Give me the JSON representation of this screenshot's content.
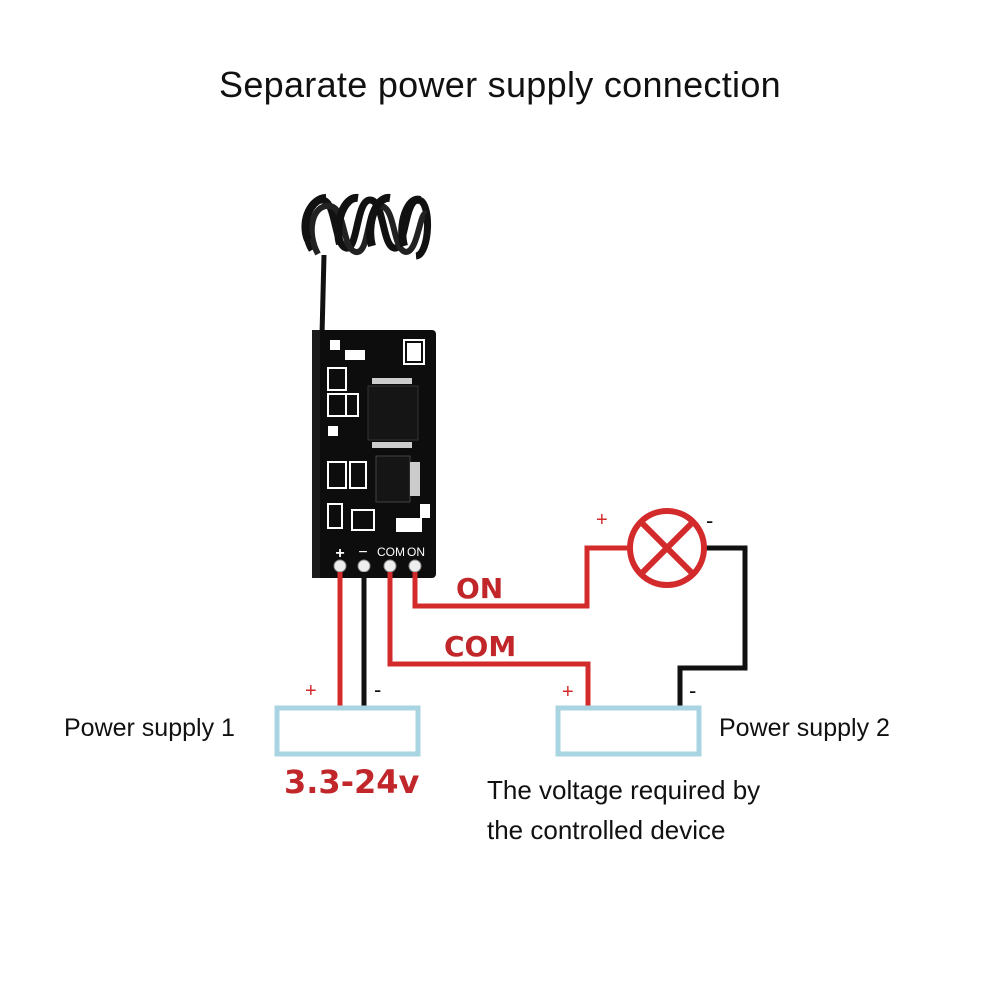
{
  "title": "Separate power supply connection",
  "module": {
    "pin_labels": {
      "plus": "+",
      "minus": "−",
      "com": "COM",
      "on": "ON"
    }
  },
  "wires": {
    "on_label": "ON",
    "com_label": "COM"
  },
  "lamp": {
    "plus": "+",
    "minus": "-"
  },
  "power_supply_1": {
    "label": "Power supply 1",
    "plus": "+",
    "minus": "-",
    "voltage": "3.3-24v"
  },
  "power_supply_2": {
    "label": "Power supply 2",
    "plus": "+",
    "minus": "-",
    "note_line1": "The voltage required by",
    "note_line2": "the controlled device"
  },
  "colors": {
    "wire_red": "#d32b2b",
    "wire_black": "#111111",
    "pcb": "#0d0d0d",
    "supply_box": "#a9d4e2",
    "lamp": "#d32b2b"
  }
}
